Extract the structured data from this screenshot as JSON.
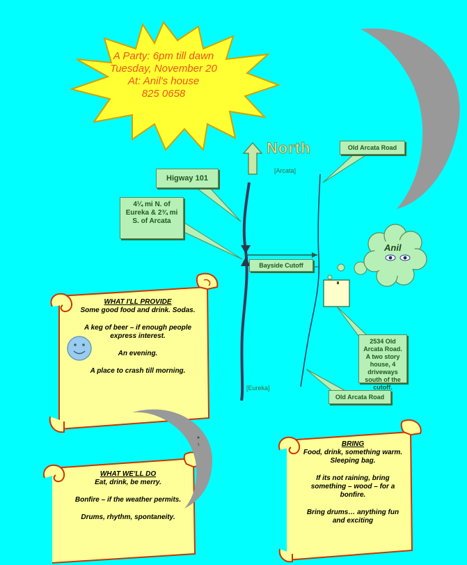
{
  "star": {
    "line1": "A Party: 6pm till dawn",
    "line2": "Tuesday, November 20",
    "line3": "At: Anil's house",
    "line4": "825 0658"
  },
  "map": {
    "north": "North",
    "arcata": "[Arcata]",
    "eureka": "[Eureka]",
    "highway": "Higway 101",
    "distance": "4¼ mi N. of Eureka & 2¾ mi S. of Arcata",
    "old_arcata_top": "Old Arcata Road",
    "old_arcata_bottom": "Old Arcata Road",
    "bayside": "Bayside Cutoff",
    "address": "2534 Old Arcata Road. A two story house, 4 driveways south of the cutoff.",
    "anil": "Anil"
  },
  "provide": {
    "heading": "WHAT I'LL PROVIDE",
    "item1": "Some good food and drink. Sodas.",
    "item2": "A keg of beer – if enough people express interest.",
    "item3": "An evening.",
    "item4": "A place to crash till morning."
  },
  "do": {
    "heading": "WHAT WE'LL DO",
    "item1": "Eat, drink, be merry.",
    "item2": "Bonfire – if the weather permits.",
    "item3": "Drums, rhythm, spontaneity."
  },
  "bring": {
    "heading": "BRING",
    "item1": "Food, drink, something warm. Sleeping bag.",
    "item2": "If its not raining, bring something – wood – for a bonfire.",
    "item3": "Bring drums… anything fun and exciting"
  },
  "colors": {
    "background": "#00ffff",
    "star_fill": "#ffff33",
    "star_text": "#e8561c",
    "callout_fill": "#b6f0b6",
    "scroll_fill": "#ffff99",
    "scroll_edge": "#cc3300",
    "moon": "#999999"
  }
}
